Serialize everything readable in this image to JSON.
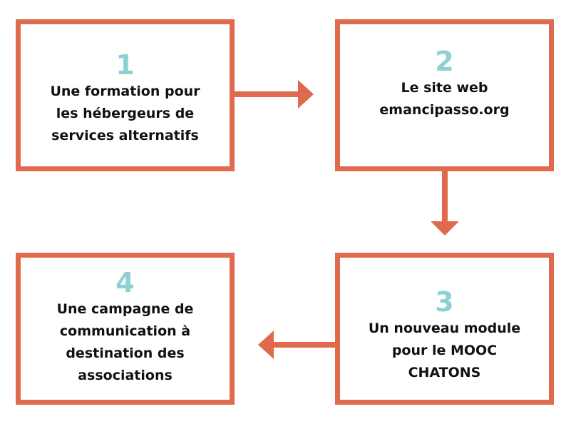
{
  "colors": {
    "accent": "#e06a4e",
    "number": "#8fd0d4",
    "text": "#111111"
  },
  "steps": [
    {
      "number": "1",
      "label": "Une formation pour\nles hébergeurs de\nservices alternatifs"
    },
    {
      "number": "2",
      "label": "Le site web\nemancipasso.org"
    },
    {
      "number": "3",
      "label": "Un nouveau module\npour le MOOC\nCHATONS"
    },
    {
      "number": "4",
      "label": "Une campagne de\ncommunication à\ndestination des\nassociations"
    }
  ]
}
